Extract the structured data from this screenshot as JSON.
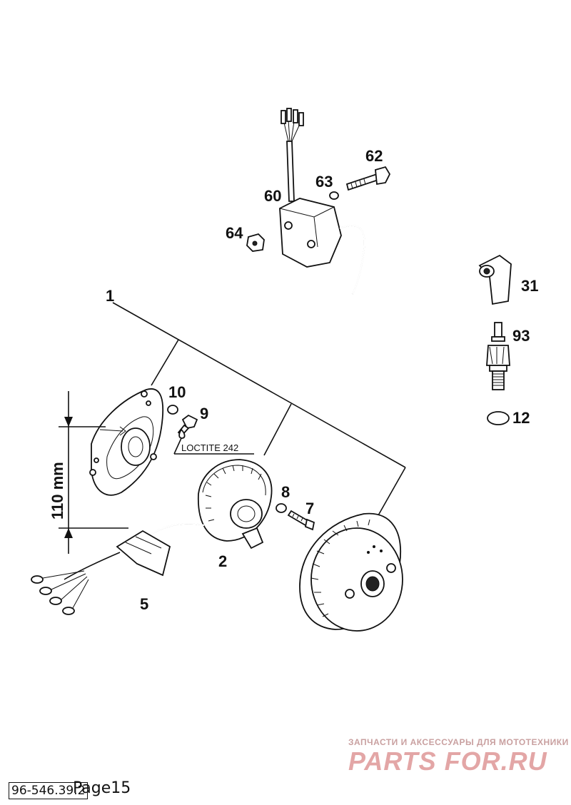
{
  "callouts": {
    "c1": "1",
    "c2": "2",
    "c5": "5",
    "c7": "7",
    "c8": "8",
    "c9": "9",
    "c10": "10",
    "c12": "12",
    "c31": "31",
    "c60": "60",
    "c62": "62",
    "c63": "63",
    "c64": "64",
    "c93": "93"
  },
  "annotations": {
    "loctite": "LOCTITE 242",
    "dimension": "110 mm"
  },
  "watermark": {
    "tagline": "ЗАПЧАСТИ И АКСЕССУАРЫ ДЛЯ МОТОТЕХНИКИ",
    "brand": "PARTS FOR.RU"
  },
  "footer": {
    "code": "96-546.39.2",
    "page": "Page15"
  }
}
